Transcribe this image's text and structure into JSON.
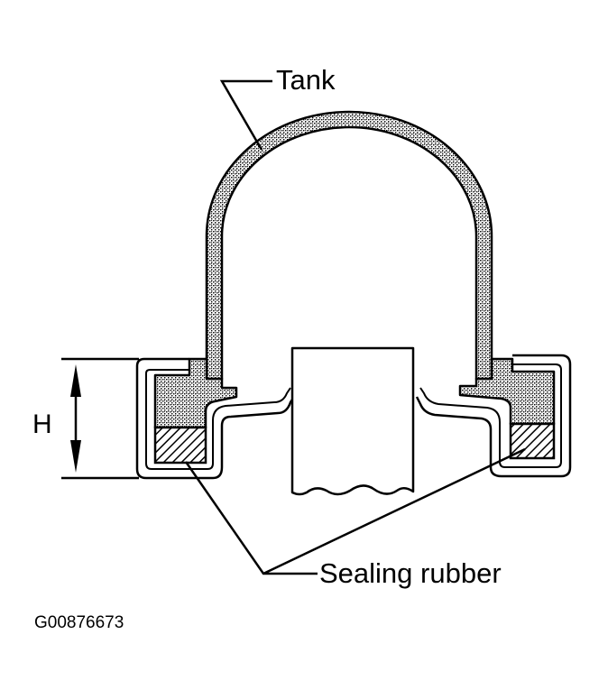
{
  "labels": {
    "tank": "Tank",
    "sealing_rubber": "Sealing rubber",
    "height": "H",
    "figure_code": "G00876673"
  },
  "colors": {
    "ink": "#000000",
    "paper": "#ffffff",
    "tank_fill": "#bdbdbd"
  }
}
